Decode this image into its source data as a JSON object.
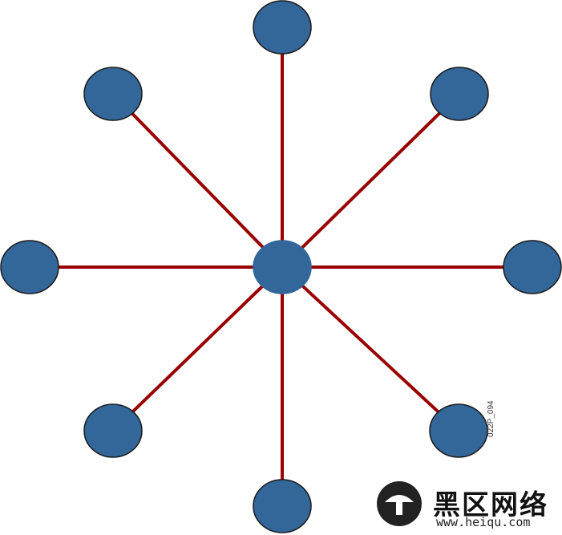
{
  "figure_id": "022P_094",
  "colors": {
    "node_fill": "#336699",
    "node_stroke": "#1a1a1a",
    "link": "#990000"
  },
  "diagram": {
    "type": "star-topology",
    "hub": "central-node",
    "peripheral_nodes": [
      "node-n",
      "node-ne",
      "node-e",
      "node-se",
      "node-s",
      "node-sw",
      "node-w",
      "node-nw"
    ]
  },
  "watermark": {
    "brand": "黑区网络",
    "url": "www.heiqu.com"
  }
}
